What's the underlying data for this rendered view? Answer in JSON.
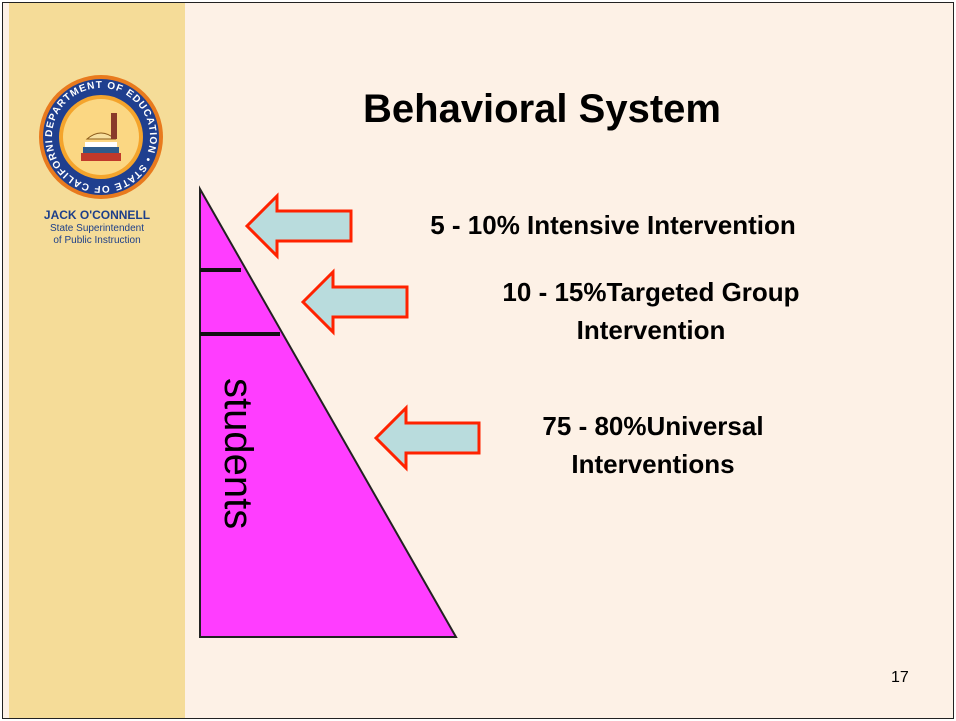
{
  "title": "Behavioral System",
  "presenter": {
    "name": "JACK O'CONNELL",
    "role_line1": "State Superintendent",
    "role_line2": "of Public Instruction"
  },
  "logo": {
    "icon": "department-of-education-seal",
    "ring_text": "DEPARTMENT OF EDUCATION • STATE OF CALIFORNIA"
  },
  "pyramid": {
    "label": "students",
    "fill_color": "#ff3dff",
    "arrow_fill_color": "#b9dcdd",
    "arrow_stroke_color": "#ff2200"
  },
  "tiers": [
    {
      "line1": "5 - 10% Intensive Intervention",
      "line2": ""
    },
    {
      "line1": "10 - 15%Targeted Group",
      "line2": "Intervention"
    },
    {
      "line1": "75 - 80%Universal",
      "line2": "Interventions"
    }
  ],
  "page_number": "17"
}
